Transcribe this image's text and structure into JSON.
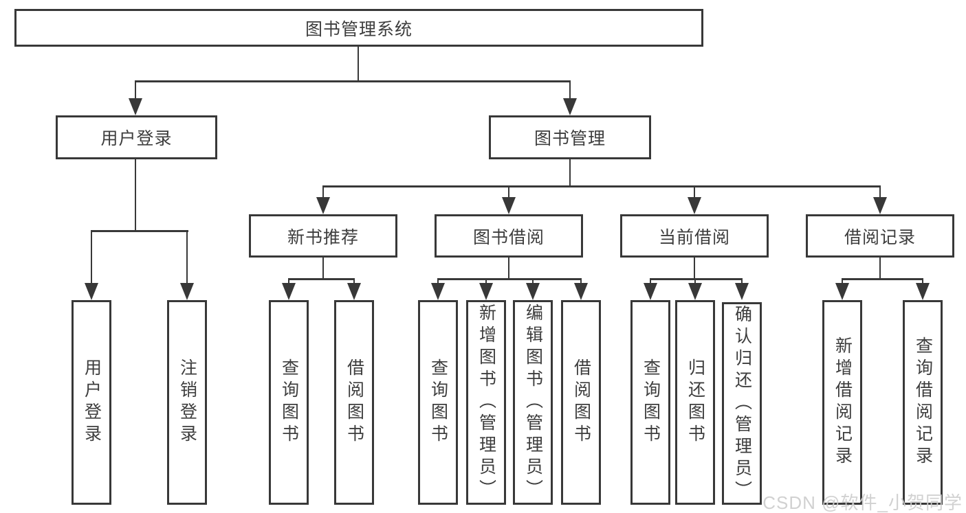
{
  "diagram": {
    "root": "图书管理系统",
    "level2": [
      "用户登录",
      "图书管理"
    ],
    "level3": [
      "新书推荐",
      "图书借阅",
      "当前借阅",
      "借阅记录"
    ],
    "leaves": {
      "user_login": [
        "用户登录",
        "注销登录"
      ],
      "new_book_recommend": [
        "查询图书",
        "借阅图书"
      ],
      "book_borrow": [
        "查询图书",
        "新增图书（管理员）",
        "编辑图书（管理员）",
        "借阅图书"
      ],
      "current_borrow": [
        "查询图书",
        "归还图书",
        "确认归还（管理员）"
      ],
      "borrow_records": [
        "新增借阅记录",
        "查询借阅记录"
      ]
    }
  },
  "watermark": "CSDN @软件_小贺同学",
  "colors": {
    "line": "#383838",
    "text": "#3d3d3d",
    "background": "#ffffff",
    "watermark": "#cdcdcd"
  }
}
